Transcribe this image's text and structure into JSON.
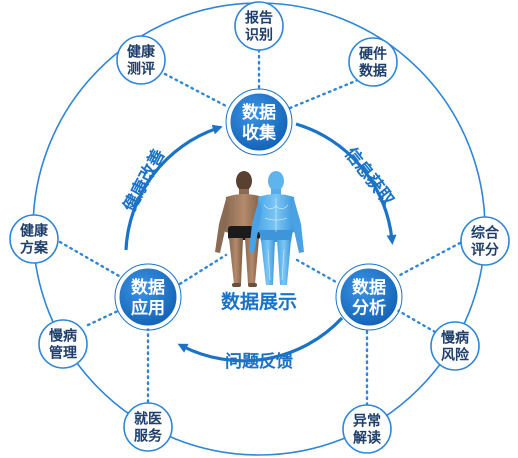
{
  "colors": {
    "primary": "#1a73c7",
    "ring": "#2f86d6",
    "dotted": "#2f86d6",
    "node_fill": "#ffffff",
    "hub_fill": "#1a6fc4",
    "text_dark": "#1f3f6b",
    "text_white": "#ffffff"
  },
  "hubs": {
    "collect": "数据\n收集",
    "analyze": "数据\n分析",
    "apply": "数据\n应用"
  },
  "arcs": {
    "acquire": "信息获取",
    "feedback": "问题反馈",
    "improve": "健康改善"
  },
  "center_label": "数据展示",
  "outer_nodes": {
    "report": "报告\n识别",
    "hardware": "硬件\n数据",
    "score": "综合\n评分",
    "risk": "慢病\n风险",
    "interpret": "异常\n解读",
    "medical": "就医\n服务",
    "manage": "慢病\n管理",
    "plan": "健康\n方案",
    "assess": "健康\n测评"
  },
  "icons": {
    "center": "human-body-figures-icon"
  }
}
